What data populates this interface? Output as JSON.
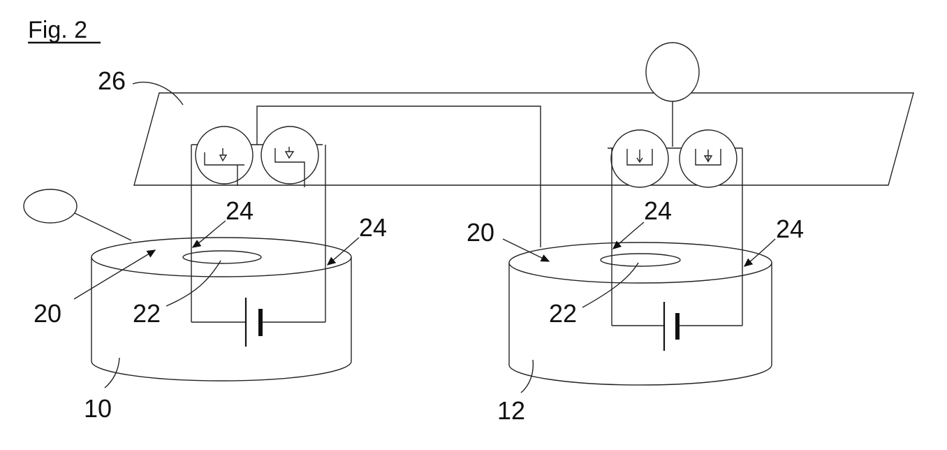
{
  "figure": {
    "title": "Fig. 2",
    "labels": {
      "platform": "26",
      "left_top_face": "20",
      "left_center_electrode": "22",
      "left_inner_contact": "24",
      "left_outer_contact": "24",
      "left_body": "10",
      "right_top_face": "20",
      "right_center_electrode": "22",
      "right_inner_contact": "24",
      "right_outer_contact": "24",
      "right_body": "12"
    }
  }
}
